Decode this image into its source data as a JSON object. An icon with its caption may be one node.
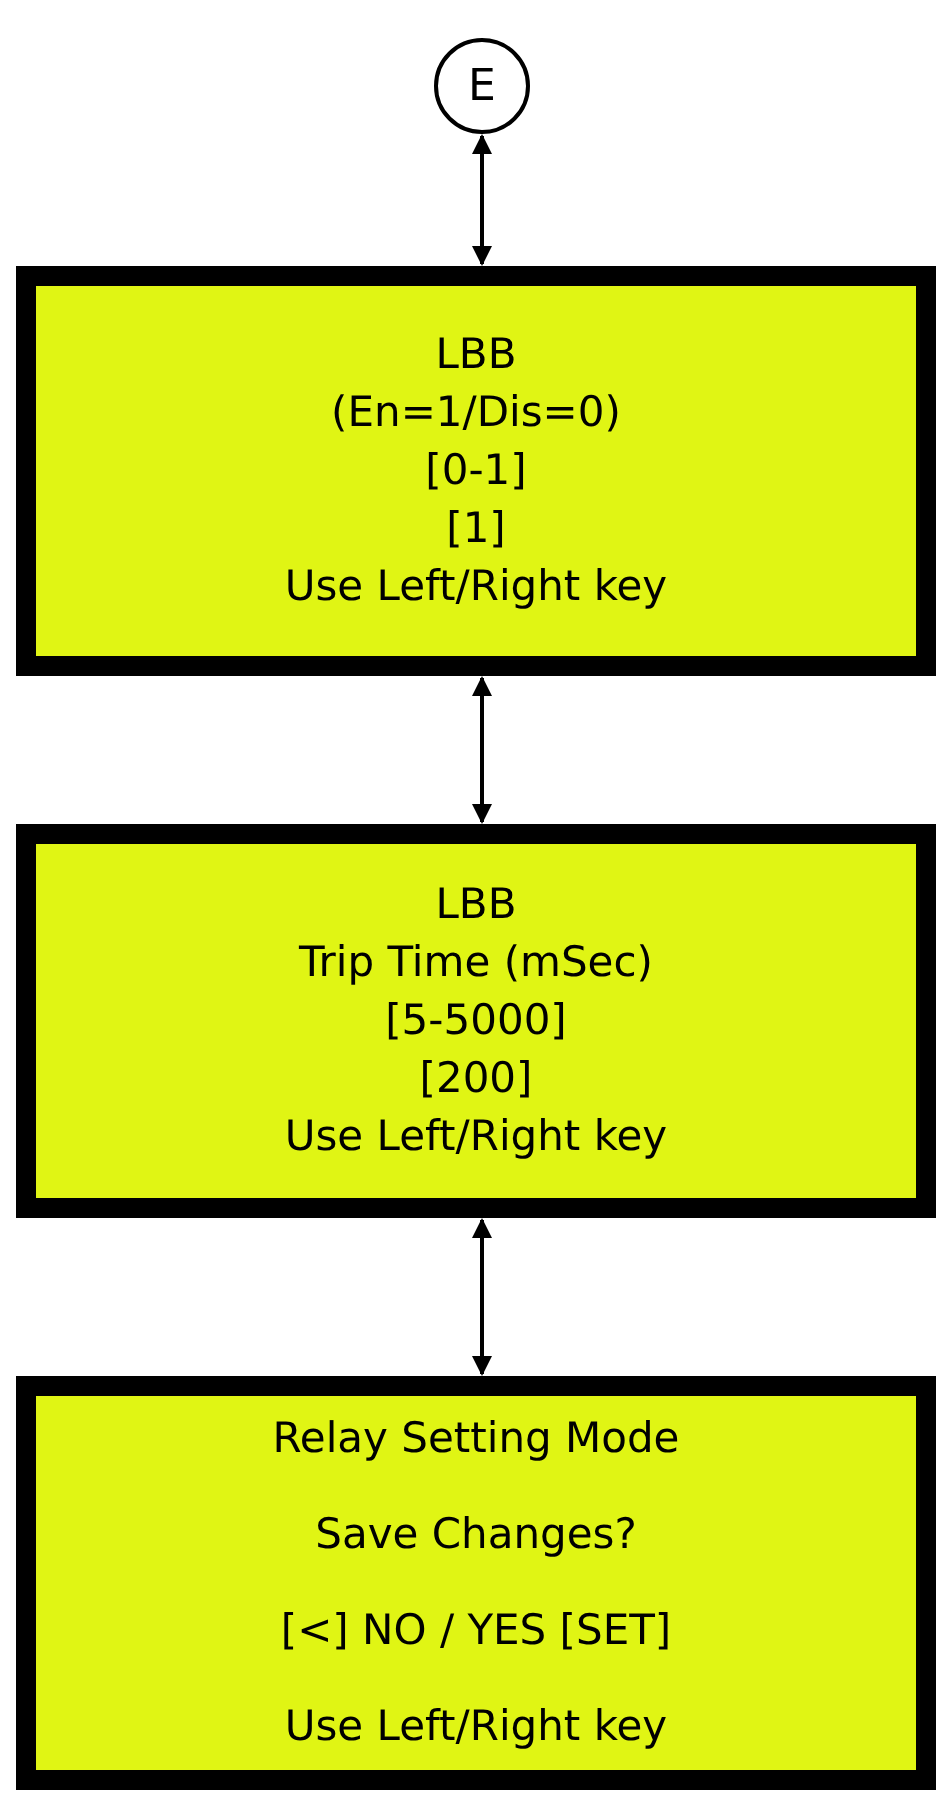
{
  "diagram": {
    "nodes": [
      {
        "text": [
          "E"
        ]
      },
      {
        "text": [
          "LBB",
          "(En=1/Dis=0)",
          "[0-1]",
          "[1]",
          "Use Left/Right key"
        ]
      },
      {
        "text": [
          "LBB",
          "Trip Time (mSec)",
          "[5-5000]",
          "[200]",
          "Use Left/Right key"
        ]
      },
      {
        "text": [
          "Relay Setting Mode",
          "Save Changes?",
          "[<] NO / YES [SET]",
          "Use Left/Right key"
        ]
      }
    ],
    "edges": [
      {
        "from": 0,
        "to": 1,
        "arrow": "both"
      },
      {
        "from": 1,
        "to": 2,
        "arrow": "both"
      },
      {
        "from": 2,
        "to": 3,
        "arrow": "both"
      }
    ]
  }
}
